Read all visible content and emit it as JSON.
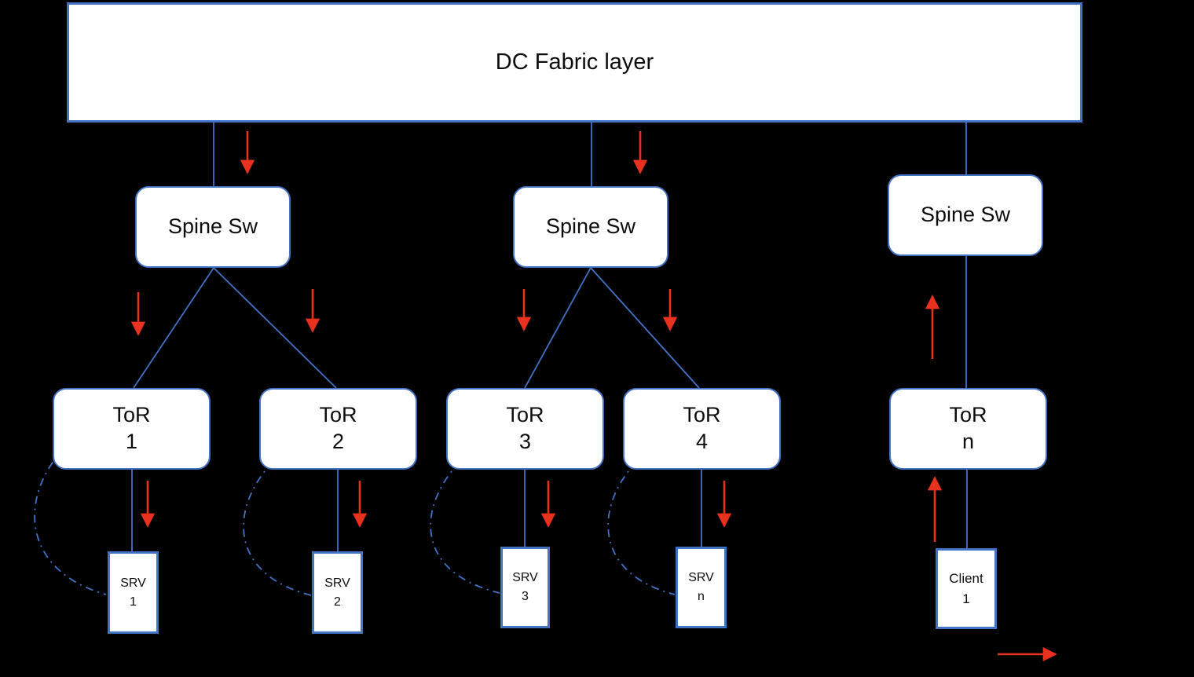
{
  "diagram": {
    "fabric": {
      "label": "DC Fabric layer"
    },
    "spines": [
      {
        "label": "Spine Sw"
      },
      {
        "label": "Spine Sw"
      },
      {
        "label": "Spine Sw"
      }
    ],
    "tors": [
      {
        "line1": "ToR",
        "line2": "1"
      },
      {
        "line1": "ToR",
        "line2": "2"
      },
      {
        "line1": "ToR",
        "line2": "3"
      },
      {
        "line1": "ToR",
        "line2": "4"
      },
      {
        "line1": "ToR",
        "line2": "n"
      }
    ],
    "endpoints": [
      {
        "line1": "SRV",
        "line2": "1"
      },
      {
        "line1": "SRV",
        "line2": "2"
      },
      {
        "line1": "SRV",
        "line2": "3"
      },
      {
        "line1": "SRV",
        "line2": "n"
      },
      {
        "line1": "Client",
        "line2": "1"
      }
    ]
  },
  "colors": {
    "background": "#000000",
    "box_fill": "#ffffff",
    "box_border": "#4472c4",
    "connector": "#4472c4",
    "arrow": "#e8311f",
    "text": "#0d0d0d"
  }
}
